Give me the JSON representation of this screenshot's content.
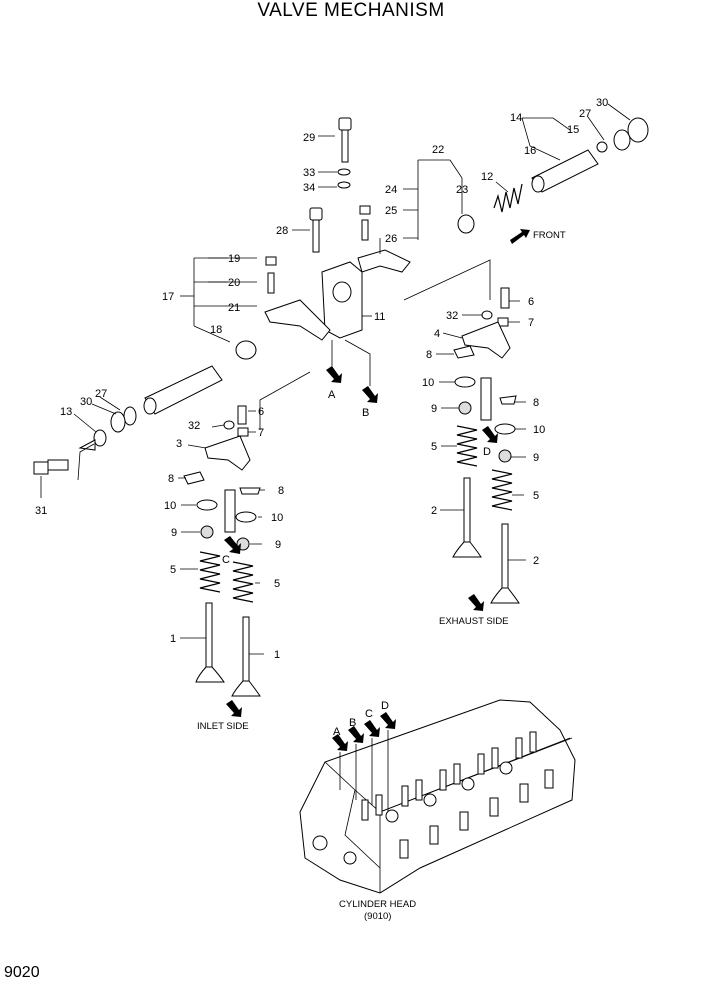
{
  "title": "VALVE MECHANISM",
  "page_number": "9020",
  "labels": {
    "front": "FRONT",
    "inlet_side": "INLET SIDE",
    "exhaust_side": "EXHAUST SIDE",
    "cylinder_head": "CYLINDER HEAD",
    "cylinder_head_ref": "(9010)"
  },
  "view_markers": [
    "A",
    "B",
    "C",
    "D"
  ],
  "callouts": [
    "1",
    "2",
    "3",
    "4",
    "5",
    "6",
    "7",
    "8",
    "9",
    "10",
    "11",
    "12",
    "13",
    "14",
    "15",
    "16",
    "17",
    "18",
    "19",
    "20",
    "21",
    "22",
    "23",
    "24",
    "25",
    "26",
    "27",
    "28",
    "29",
    "30",
    "31",
    "32",
    "33",
    "34"
  ]
}
